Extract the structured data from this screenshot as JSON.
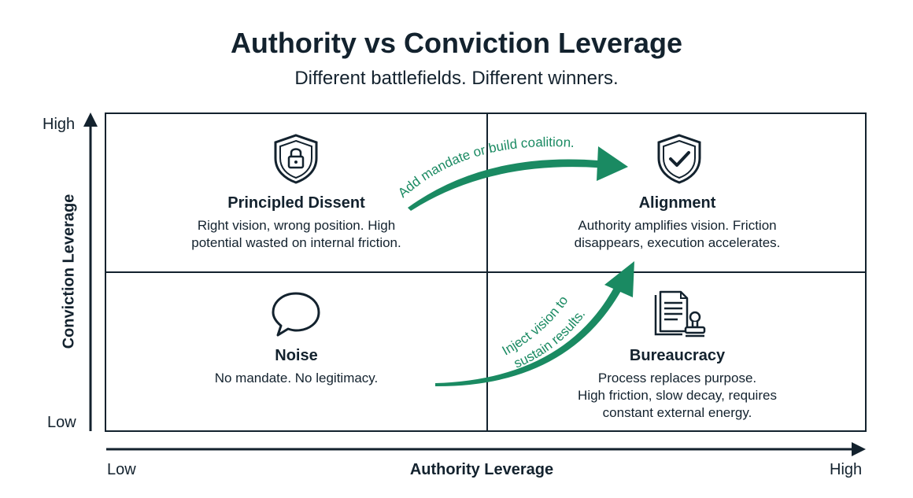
{
  "header": {
    "title": "Authority vs Conviction Leverage",
    "subtitle": "Different battlefields. Different winners."
  },
  "axes": {
    "y_title": "Conviction Leverage",
    "y_high": "High",
    "y_low": "Low",
    "x_title": "Authority Leverage",
    "x_low": "Low",
    "x_high": "High"
  },
  "quadrants": {
    "top_left": {
      "title": "Principled Dissent",
      "description": "Right vision, wrong position. High\npotential wasted on internal friction.",
      "icon": "shield-lock-icon"
    },
    "top_right": {
      "title": "Alignment",
      "description": "Authority amplifies vision. Friction\ndisappears, execution accelerates.",
      "icon": "shield-check-icon"
    },
    "bottom_left": {
      "title": "Noise",
      "description": "No mandate. No legitimacy.",
      "icon": "speech-bubble-icon"
    },
    "bottom_right": {
      "title": "Bureaucracy",
      "description": "Process replaces purpose.\nHigh friction, slow decay, requires\nconstant external energy.",
      "icon": "documents-stamp-icon"
    }
  },
  "arrows": {
    "top": "Add mandate or build coalition.",
    "bottom_line1": "Inject vision to",
    "bottom_line2": "sustain results."
  },
  "colors": {
    "ink": "#13222e",
    "accent": "#1a8a62"
  }
}
